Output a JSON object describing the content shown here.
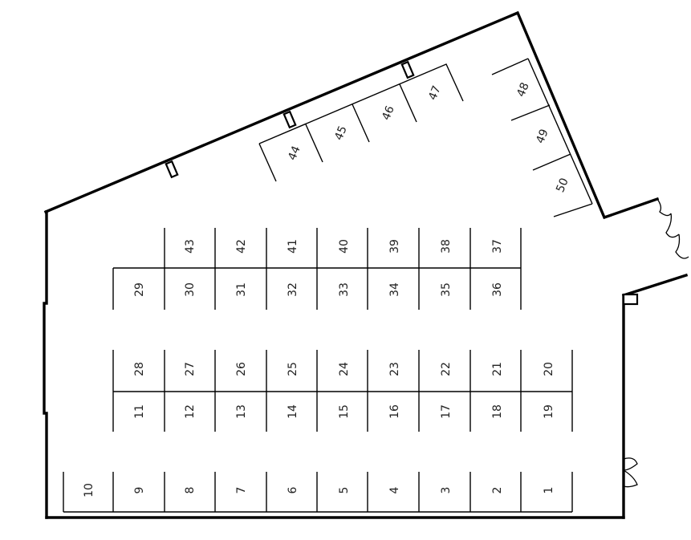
{
  "stall_numbers": {
    "s1": "1",
    "s2": "2",
    "s3": "3",
    "s4": "4",
    "s5": "5",
    "s6": "6",
    "s7": "7",
    "s8": "8",
    "s9": "9",
    "s10": "10",
    "s11": "11",
    "s12": "12",
    "s13": "13",
    "s14": "14",
    "s15": "15",
    "s16": "16",
    "s17": "17",
    "s18": "18",
    "s19": "19",
    "s20": "20",
    "s21": "21",
    "s22": "22",
    "s23": "23",
    "s24": "24",
    "s25": "25",
    "s26": "26",
    "s27": "27",
    "s28": "28",
    "s29": "29",
    "s30": "30",
    "s31": "31",
    "s32": "32",
    "s33": "33",
    "s34": "34",
    "s35": "35",
    "s36": "36",
    "s37": "37",
    "s38": "38",
    "s39": "39",
    "s40": "40",
    "s41": "41",
    "s42": "42",
    "s43": "43",
    "s44": "44",
    "s45": "45",
    "s46": "46",
    "s47": "47",
    "s48": "48",
    "s49": "49",
    "s50": "50"
  }
}
